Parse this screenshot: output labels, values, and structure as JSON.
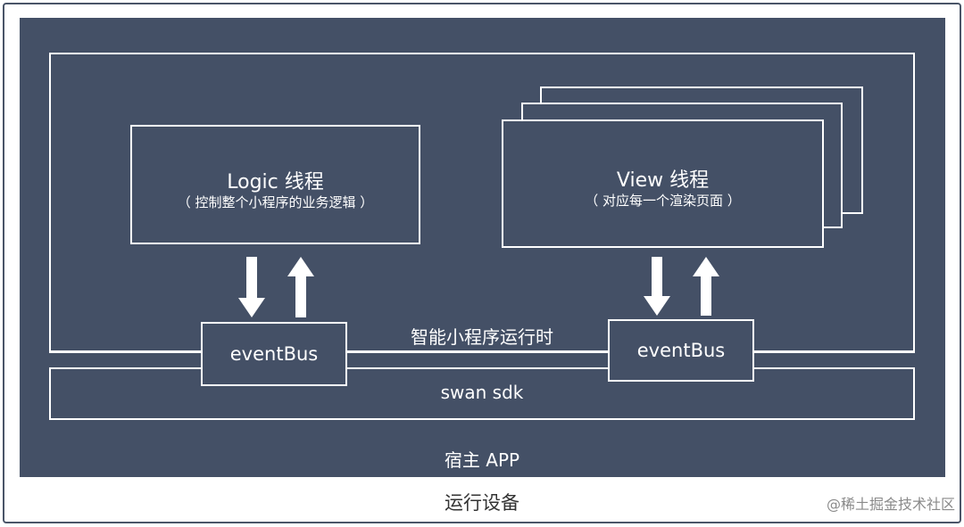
{
  "device": {
    "label": "运行设备"
  },
  "host_app": {
    "label": "宿主 APP"
  },
  "sdk": {
    "label": "swan sdk"
  },
  "runtime": {
    "label": "智能小程序运行时"
  },
  "logic_thread": {
    "title": "Logic 线程",
    "subtitle": "（ 控制整个小程序的业务逻辑 ）"
  },
  "view_thread": {
    "title": "View 线程",
    "subtitle": "（ 对应每一个渲染页面 ）"
  },
  "event_bus_left": {
    "label": "eventBus"
  },
  "event_bus_right": {
    "label": "eventBus"
  },
  "watermark": {
    "text": "@稀土掘金技术社区"
  },
  "colors": {
    "background": "#445066",
    "stroke": "#ffffff",
    "frame": "#4a5568"
  }
}
